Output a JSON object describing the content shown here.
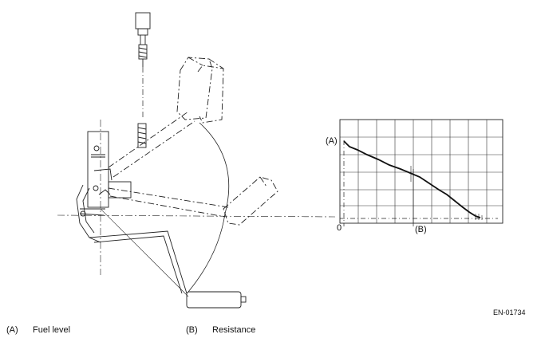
{
  "figure_code": "EN-01734",
  "graph": {
    "y_marker": "(A)",
    "x_marker": "(B)",
    "origin": "0"
  },
  "legend": [
    {
      "key": "(A)",
      "text": "Fuel level"
    },
    {
      "key": "(B)",
      "text": "Resistance"
    }
  ]
}
